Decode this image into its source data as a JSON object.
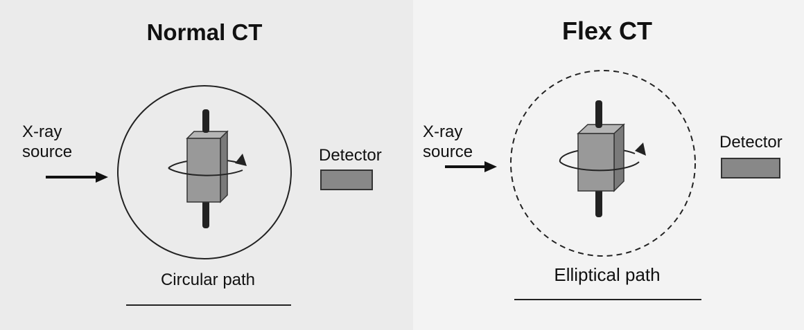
{
  "panels": {
    "normal": {
      "title": "Normal CT",
      "source_label": "X-ray\nsource",
      "detector_label": "Detector",
      "path_label": "Circular path"
    },
    "flex": {
      "title": "Flex CT",
      "source_label": "X-ray\nsource",
      "detector_label": "Detector",
      "path_label": "Elliptical path"
    }
  },
  "colors": {
    "left_background": "#ebebeb",
    "right_background": "#f3f3f3",
    "sample_fill": "#999999",
    "sample_side": "#7a7a7a",
    "sample_top": "#b5b5b5",
    "detector_fill": "#888888",
    "line": "#222222"
  }
}
